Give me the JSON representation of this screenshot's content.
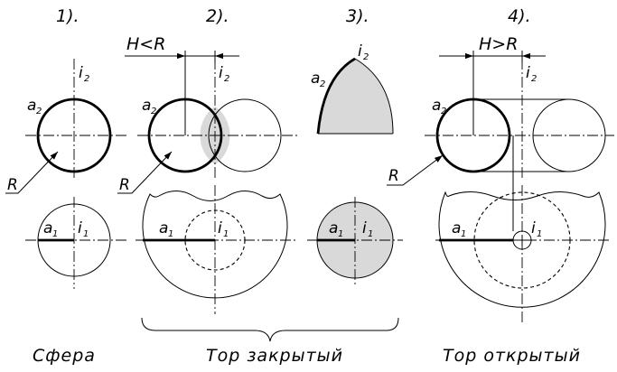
{
  "panels": [
    {
      "number": "1).",
      "top": {
        "a": "a",
        "a_sub": "2",
        "i": "i",
        "i_sub": "2"
      },
      "bottom": {
        "a": "a",
        "a_sub": "1",
        "i": "i",
        "i_sub": "1"
      },
      "radius": "R"
    },
    {
      "number": "2).",
      "dimension": "H<R",
      "top": {
        "a": "a",
        "a_sub": "2",
        "i": "i",
        "i_sub": "2"
      },
      "bottom": {
        "a": "a",
        "a_sub": "1",
        "i": "i",
        "i_sub": "1"
      },
      "radius": "R"
    },
    {
      "number": "3).",
      "top": {
        "a": "a",
        "a_sub": "2",
        "i": "i",
        "i_sub": "2"
      },
      "bottom": {
        "a": "a",
        "a_sub": "1",
        "i": "i",
        "i_sub": "1"
      }
    },
    {
      "number": "4).",
      "dimension": "H>R",
      "top": {
        "a": "a",
        "a_sub": "2",
        "i": "i",
        "i_sub": "2"
      },
      "bottom": {
        "a": "a",
        "a_sub": "1",
        "i": "i",
        "i_sub": "1"
      },
      "radius": "R"
    }
  ],
  "captions": {
    "sphere": "Сфера",
    "closed_torus": "Тор закрытый",
    "open_torus": "Тор открытый"
  }
}
